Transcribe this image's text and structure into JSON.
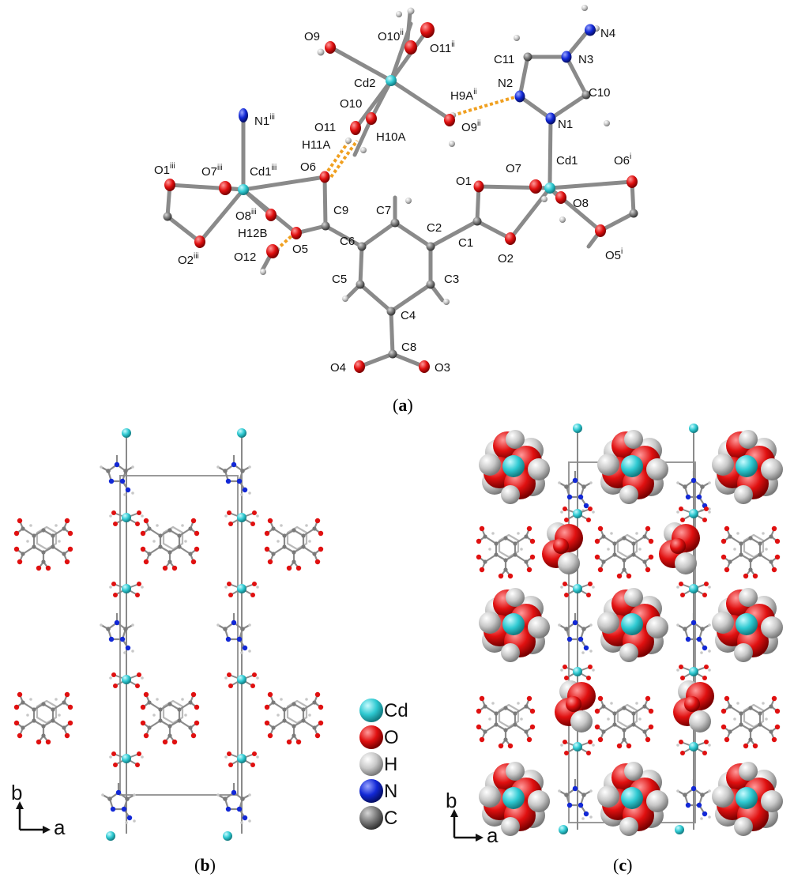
{
  "colors": {
    "cd": "#2ec9d1",
    "o": "#e01010",
    "h": "#c8c8c8",
    "n": "#1228d6",
    "c": "#7a7a7a",
    "bond": "#8a8a8a",
    "hbond": "#f0a020",
    "cell": "#9a9a9a"
  },
  "panel_a": {
    "caption_open": "(",
    "caption_letter": "a",
    "caption_close": ")",
    "labels": [
      {
        "base": "O9",
        "sup": ""
      },
      {
        "base": "O10",
        "sup": "ii"
      },
      {
        "base": "O11",
        "sup": "ii"
      },
      {
        "base": "Cd2",
        "sup": ""
      },
      {
        "base": "O10",
        "sup": ""
      },
      {
        "base": "O11",
        "sup": ""
      },
      {
        "base": "H11A",
        "sup": ""
      },
      {
        "base": "H10A",
        "sup": ""
      },
      {
        "base": "H9A",
        "sup": "ii"
      },
      {
        "base": "N2",
        "sup": ""
      },
      {
        "base": "O9",
        "sup": "ii"
      },
      {
        "base": "C11",
        "sup": ""
      },
      {
        "base": "N4",
        "sup": ""
      },
      {
        "base": "N3",
        "sup": ""
      },
      {
        "base": "C10",
        "sup": ""
      },
      {
        "base": "N1",
        "sup": ""
      },
      {
        "base": "N1",
        "sup": "iii"
      },
      {
        "base": "O1",
        "sup": "iii"
      },
      {
        "base": "O7",
        "sup": "iii"
      },
      {
        "base": "Cd1",
        "sup": "iii"
      },
      {
        "base": "O6",
        "sup": ""
      },
      {
        "base": "O8",
        "sup": "iii"
      },
      {
        "base": "H12B",
        "sup": ""
      },
      {
        "base": "O12",
        "sup": ""
      },
      {
        "base": "O5",
        "sup": ""
      },
      {
        "base": "O2",
        "sup": "iii"
      },
      {
        "base": "C9",
        "sup": ""
      },
      {
        "base": "C7",
        "sup": ""
      },
      {
        "base": "C6",
        "sup": ""
      },
      {
        "base": "C2",
        "sup": ""
      },
      {
        "base": "C1",
        "sup": ""
      },
      {
        "base": "O1",
        "sup": ""
      },
      {
        "base": "O7",
        "sup": ""
      },
      {
        "base": "Cd1",
        "sup": ""
      },
      {
        "base": "O6",
        "sup": "i"
      },
      {
        "base": "O8",
        "sup": ""
      },
      {
        "base": "O2",
        "sup": ""
      },
      {
        "base": "O5",
        "sup": "i"
      },
      {
        "base": "C5",
        "sup": ""
      },
      {
        "base": "C3",
        "sup": ""
      },
      {
        "base": "C4",
        "sup": ""
      },
      {
        "base": "C8",
        "sup": ""
      },
      {
        "base": "O4",
        "sup": ""
      },
      {
        "base": "O3",
        "sup": ""
      }
    ]
  },
  "panel_b": {
    "caption_open": "(",
    "caption_letter": "b",
    "caption_close": ")",
    "axis_b": "b",
    "axis_a": "a"
  },
  "panel_c": {
    "caption_open": "(",
    "caption_letter": "c",
    "caption_close": ")",
    "axis_b": "b",
    "axis_a": "a"
  },
  "legend": [
    {
      "label": "Cd",
      "color": "#2ec9d1"
    },
    {
      "label": "O",
      "color": "#e01010"
    },
    {
      "label": "H",
      "color": "#c8c8c8"
    },
    {
      "label": "N",
      "color": "#1228d6"
    },
    {
      "label": "C",
      "color": "#7a7a7a"
    }
  ]
}
